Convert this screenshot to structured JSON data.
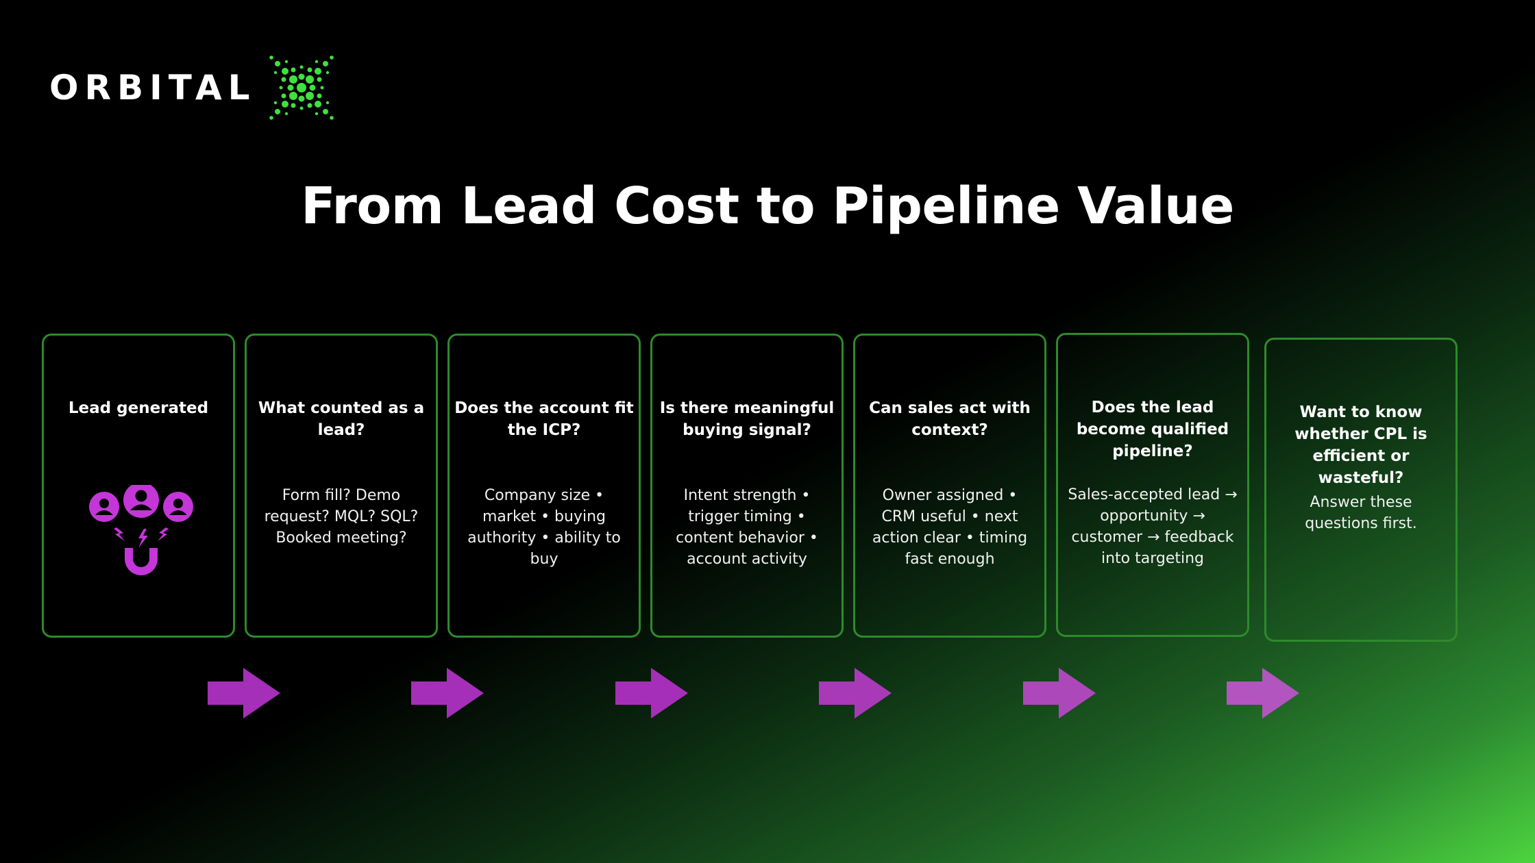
{
  "brand": {
    "name": "ORBITAL"
  },
  "slide": {
    "title": "From Lead Cost to Pipeline Value"
  },
  "colors": {
    "accent_green": "#2e8a2c",
    "accent_purple": "#c436d8",
    "brand_green": "#3fe040"
  },
  "steps": [
    {
      "title": "Lead generated",
      "body": "",
      "icon": "lead-magnet-icon"
    },
    {
      "title": "What counted as a lead?",
      "body": "Form fill? Demo request? MQL? SQL? Booked meeting?"
    },
    {
      "title": "Does the account fit the ICP?",
      "body": "Company size • market • buying authority • ability to buy"
    },
    {
      "title": "Is there meaningful buying signal?",
      "body": "Intent strength • trigger timing • content behavior • account activity"
    },
    {
      "title": "Can sales act with context?",
      "body": "Owner assigned • CRM useful • next action clear • timing fast enough"
    },
    {
      "title": "Does the lead become qualified pipeline?",
      "body": "Sales-accepted lead → opportunity → customer → feedback into targeting"
    },
    {
      "title": "Want to know whether CPL is efficient or wasteful?",
      "body": "Answer these questions first."
    }
  ]
}
